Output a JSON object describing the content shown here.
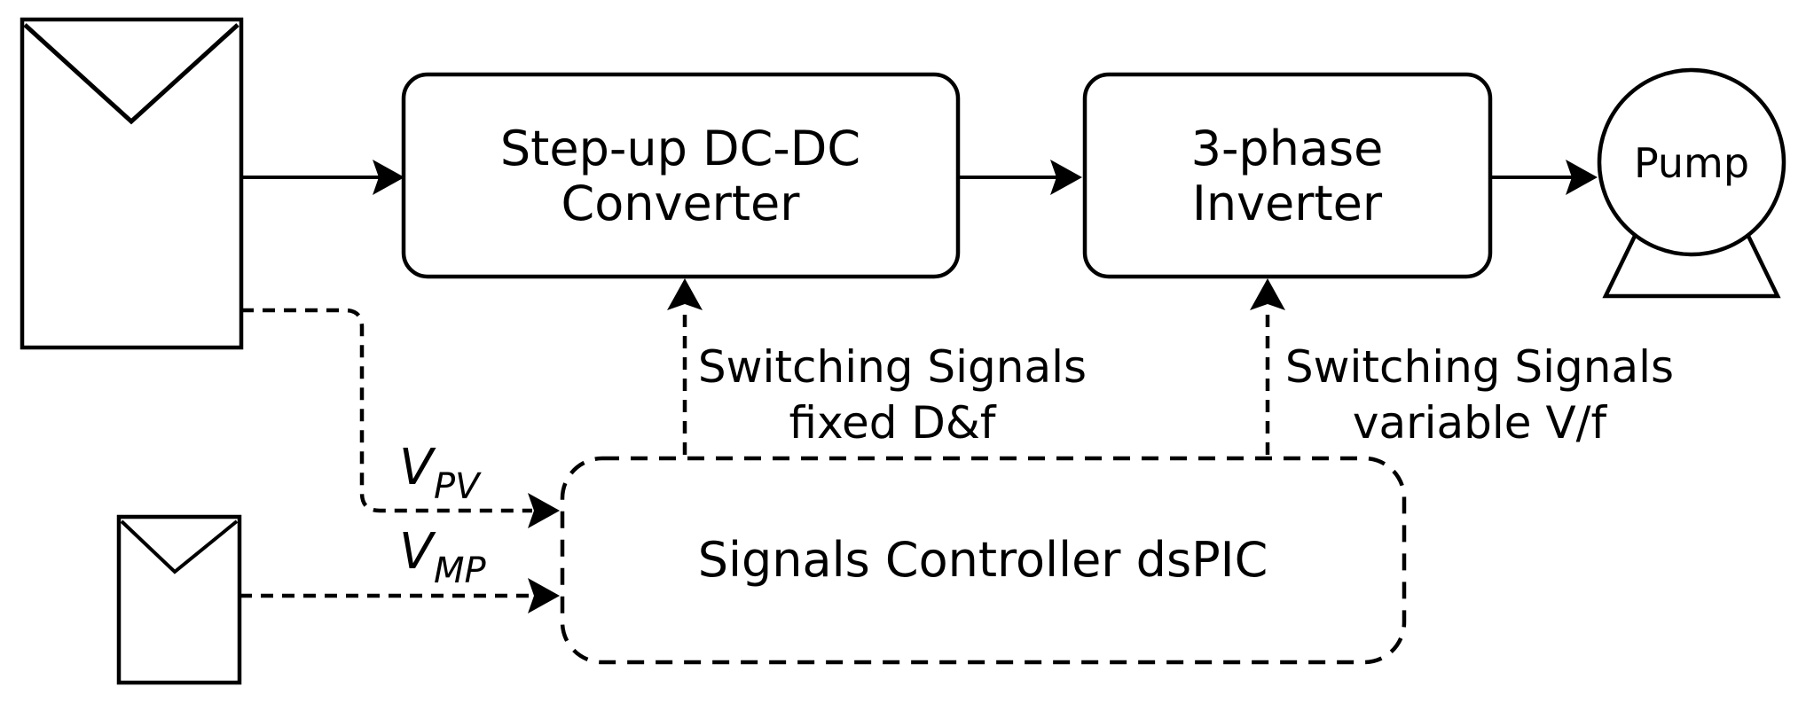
{
  "colors": {
    "ink": "#000000",
    "background": "#ffffff"
  },
  "blocks": {
    "converter": {
      "line1": "Step-up DC-DC",
      "line2": "Converter"
    },
    "inverter": {
      "line1": "3-phase",
      "line2": "Inverter"
    },
    "controller": {
      "label": "Signals Controller dsPIC"
    },
    "pump": {
      "label": "Pump"
    }
  },
  "signal_labels": {
    "converter_gating": {
      "line1": "Switching Signals",
      "line2": "fixed D&f"
    },
    "inverter_gating": {
      "line1": "Switching Signals",
      "line2": "variable V/f"
    }
  },
  "measurements": {
    "vpv": {
      "symbol": "V",
      "subscript": "PV"
    },
    "vmp": {
      "symbol": "V",
      "subscript": "MP"
    }
  },
  "icons": {
    "large_panel": "pv-array-icon",
    "small_panel": "pv-module-icon",
    "pump": "pump-icon"
  }
}
